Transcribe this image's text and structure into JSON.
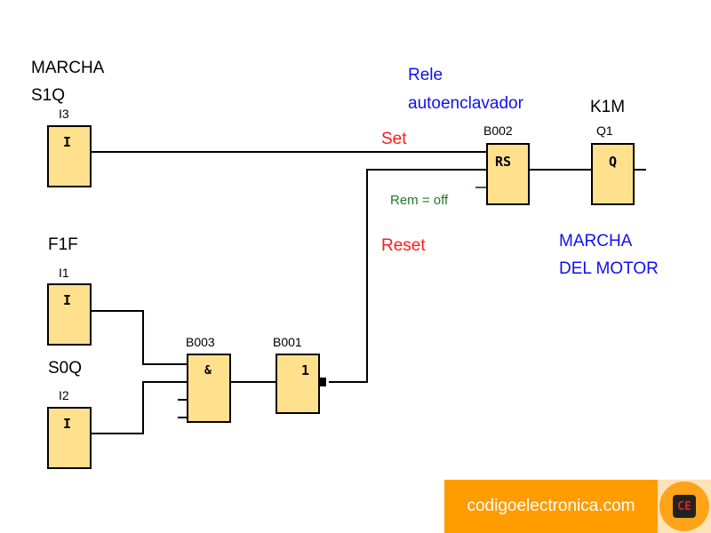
{
  "diagram": {
    "inputs": [
      {
        "name": "MARCHA",
        "tag": "S1Q",
        "address": "I3",
        "symbol": "I"
      },
      {
        "name": "F1F",
        "tag": "",
        "address": "I1",
        "symbol": "I"
      },
      {
        "name": "S0Q",
        "tag": "",
        "address": "I2",
        "symbol": "I"
      }
    ],
    "blocks": {
      "and": {
        "id": "B003",
        "symbol": "&"
      },
      "not": {
        "id": "B001",
        "symbol": "1"
      },
      "rs": {
        "id": "B002",
        "symbol": "RS",
        "remanence": "Rem = off"
      },
      "output": {
        "id": "Q1",
        "tag": "K1M",
        "symbol": "Q"
      }
    },
    "annotations": {
      "relay_line1": "Rele",
      "relay_line2": "autoenclavador",
      "set": "Set",
      "reset": "Reset",
      "motor_line1": "MARCHA",
      "motor_line2": "DEL MOTOR"
    },
    "colors": {
      "block_fill": "#ffe08c",
      "annotation_blue": "#1010f0",
      "annotation_red": "#ff1a1a",
      "annotation_green": "#1f7a1f"
    }
  },
  "branding": {
    "site": "codigoelectronica.com",
    "logo_text": "CE",
    "banner_color": "#ff9c00"
  }
}
